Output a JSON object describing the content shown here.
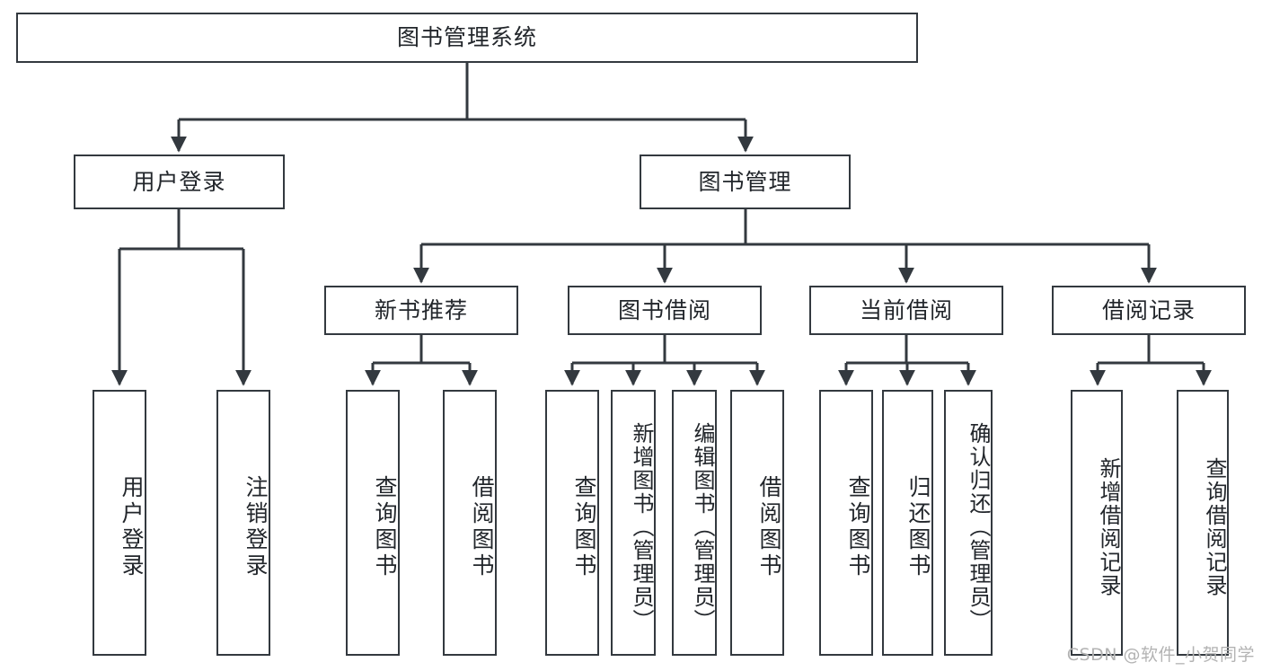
{
  "diagram": {
    "type": "tree",
    "title": "图书管理系统",
    "watermark": "CSDN @软件_小贺同学",
    "colors": {
      "stroke": "#33393f",
      "fill": "#ffffff",
      "text": "#22262b",
      "watermark": "#b3b3b3"
    },
    "levels": {
      "root": {
        "label": "图书管理系统"
      },
      "level2": [
        {
          "id": "user-login",
          "label": "用户登录"
        },
        {
          "id": "book-manage",
          "label": "图书管理"
        }
      ],
      "level3": [
        {
          "id": "new-book-recommend",
          "label": "新书推荐"
        },
        {
          "id": "book-borrow",
          "label": "图书借阅"
        },
        {
          "id": "current-borrow",
          "label": "当前借阅"
        },
        {
          "id": "borrow-record",
          "label": "借阅记录"
        }
      ],
      "leaves": [
        {
          "id": "leaf-user-login",
          "label": "用户登录",
          "parent": "user-login"
        },
        {
          "id": "leaf-logout-login",
          "label": "注销登录",
          "parent": "user-login"
        },
        {
          "id": "leaf-query-book-1",
          "label": "查询图书",
          "parent": "new-book-recommend"
        },
        {
          "id": "leaf-borrow-book-1",
          "label": "借阅图书",
          "parent": "new-book-recommend"
        },
        {
          "id": "leaf-query-book-2",
          "label": "查询图书",
          "parent": "book-borrow"
        },
        {
          "id": "leaf-add-book-admin",
          "label": "新增图书（管理员）",
          "parent": "book-borrow"
        },
        {
          "id": "leaf-edit-book-admin",
          "label": "编辑图书（管理员）",
          "parent": "book-borrow"
        },
        {
          "id": "leaf-borrow-book-2",
          "label": "借阅图书",
          "parent": "book-borrow"
        },
        {
          "id": "leaf-query-book-3",
          "label": "查询图书",
          "parent": "current-borrow"
        },
        {
          "id": "leaf-return-book",
          "label": "归还图书",
          "parent": "current-borrow"
        },
        {
          "id": "leaf-confirm-return-admin",
          "label": "确认归还（管理员）",
          "parent": "current-borrow"
        },
        {
          "id": "leaf-add-borrow-record",
          "label": "新增借阅记录",
          "parent": "borrow-record"
        },
        {
          "id": "leaf-query-borrow-record",
          "label": "查询借阅记录",
          "parent": "borrow-record"
        }
      ]
    }
  }
}
